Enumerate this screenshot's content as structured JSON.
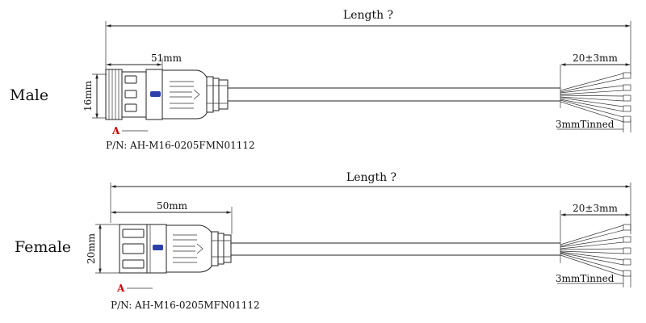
{
  "male": {
    "name": "Male",
    "length": "Length ?",
    "dim_len": "51mm",
    "dim_dia": "16mm",
    "strip": "20±3mm",
    "tinned": "3mmTinned",
    "marker": "A",
    "pn": "P/N: AH-M16-0205FMN01112"
  },
  "female": {
    "name": "Female",
    "length": "Length ?",
    "dim_len": "50mm",
    "dim_dia": "20mm",
    "strip": "20±3mm",
    "tinned": "3mmTinned",
    "marker": "A",
    "pn": "P/N: AH-M16-0205MFN01112"
  }
}
